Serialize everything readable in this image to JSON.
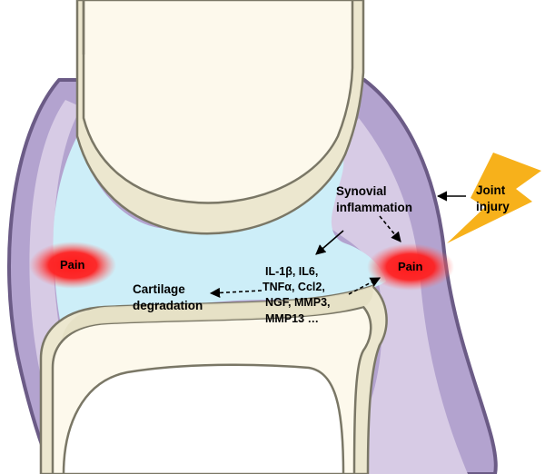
{
  "labels": {
    "pain_left": "Pain",
    "pain_right": "Pain",
    "injury_line1": "Joint",
    "injury_line2": "injury",
    "synovial_line1": "Synovial",
    "synovial_line2": "inflammation",
    "cartilage_line1": "Cartilage",
    "cartilage_line2": "degradation",
    "mediators_line1": "IL-1β, IL6,",
    "mediators_line2": "TNFα,  Ccl2,",
    "mediators_line3": "NGF, MMP3,",
    "mediators_line4": "MMP13 …"
  },
  "colors": {
    "capsule_outer": "#b3a3cf",
    "capsule_inner": "#d7cbe5",
    "capsule_outline": "#6b5b86",
    "synovial_fluid": "#cdeef8",
    "bone": "#fdf9ec",
    "bone_outline": "#7a7766",
    "cartilage": "#ece7cf",
    "pain_glow": "#ff1a1a",
    "lightning": "#f7b11b"
  },
  "icons": [
    "lightning-bolt-icon"
  ]
}
